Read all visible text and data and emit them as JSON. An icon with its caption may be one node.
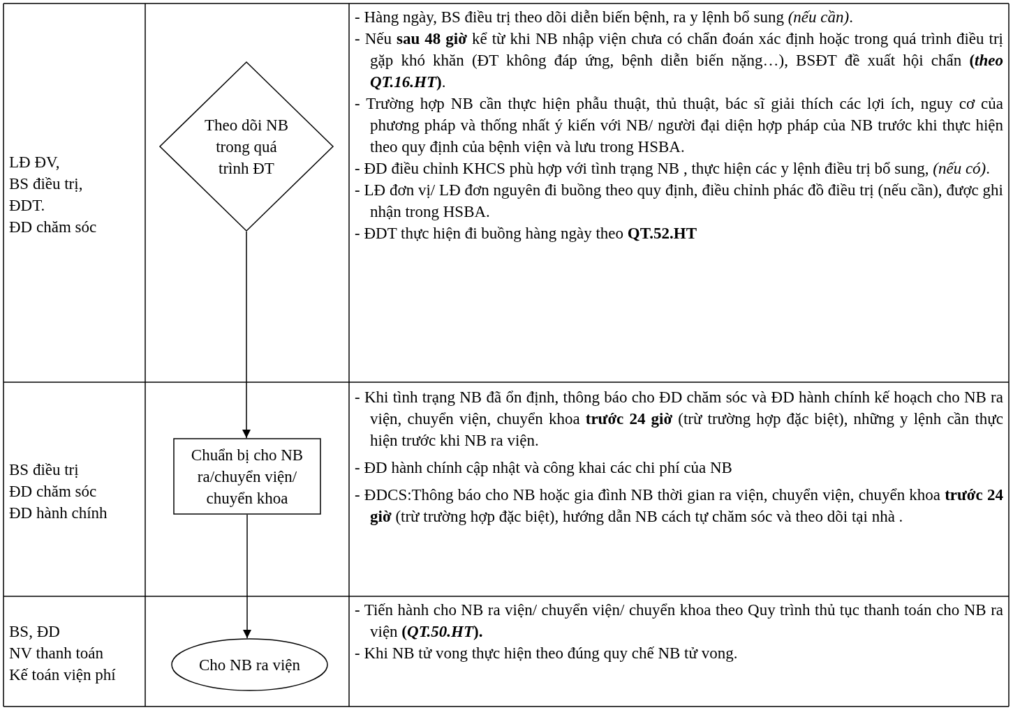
{
  "diagram": {
    "nodes": [
      {
        "text": [
          "Theo dõi NB trong quá trình ĐT"
        ]
      },
      {
        "text": [
          "Chuẩn bị cho NB ra/chuyển viện/ chuyển khoa"
        ]
      },
      {
        "text": [
          "Cho NB ra viện"
        ]
      }
    ],
    "edges": [
      {
        "from": 0,
        "to": 1,
        "arrow": "to"
      },
      {
        "from": 1,
        "to": 2,
        "arrow": "to"
      }
    ],
    "labels": [
      "LĐ ĐV,",
      "BS điều trị,",
      "ĐDT.",
      "ĐD chăm sóc",
      "- Hàng ngày, BS điều trị theo dõi diễn biến bệnh, ra y lệnh bổ sung *(nếu cần)*.",
      "- Nếu **sau 48 giờ** kể từ khi NB nhập viện chưa có chẩn đoán xác định hoặc trong quá trình điều trị gặp khó khăn (ĐT không đáp ứng, bệnh diễn biến nặng…), BSĐT đề xuất hội chẩn **(*theo QT.16.HT*)**.",
      "- Trường hợp NB cần thực hiện phẫu thuật, thủ thuật, bác sĩ giải thích các lợi ích, nguy cơ của phương pháp và thống nhất ý kiến với NB/ người đại diện hợp pháp của NB trước khi thực hiện theo quy định của bệnh viện và lưu trong HSBA.",
      "- ĐD điều chỉnh KHCS phù hợp với tình trạng NB , thực hiện các y lệnh điều trị bổ sung, *(nếu có)*.",
      "- LĐ đơn vị/ LĐ đơn nguyên đi buồng theo quy định, điều chỉnh phác đồ điều trị (nếu cần), được ghi nhận trong HSBA.",
      "- ĐDT thực hiện đi buồng hàng ngày theo **QT.52.HT**",
      "BS điều trị",
      "ĐD chăm sóc",
      "ĐD hành chính",
      "- Khi tình trạng NB đã ổn định, thông báo cho ĐD chăm sóc và ĐD hành chính kế hoạch cho NB ra viện, chuyển viện, chuyển khoa **trước 24 giờ** (trừ trường hợp đặc biệt), những y lệnh cần thực hiện trước khi NB ra viện.",
      "- ĐD hành chính cập nhật và công khai các chi phí của NB",
      "- ĐDCS:Thông báo cho NB hoặc gia đình NB thời gian ra viện, chuyển viện, chuyển khoa **trước 24 giờ** (trừ trường hợp đặc biệt), hướng dẫn NB cách tự chăm sóc và theo dõi tại nhà .",
      "BS, ĐD",
      "NV thanh toán",
      "Kế toán viện phí",
      "- Tiến hành cho NB ra viện/ chuyển viện/ chuyển khoa theo Quy trình thủ tục thanh toán cho NB ra viện **(*QT.50.HT*).**",
      "- Khi NB tử vong thực hiện theo đúng quy chế NB tử vong."
    ]
  }
}
